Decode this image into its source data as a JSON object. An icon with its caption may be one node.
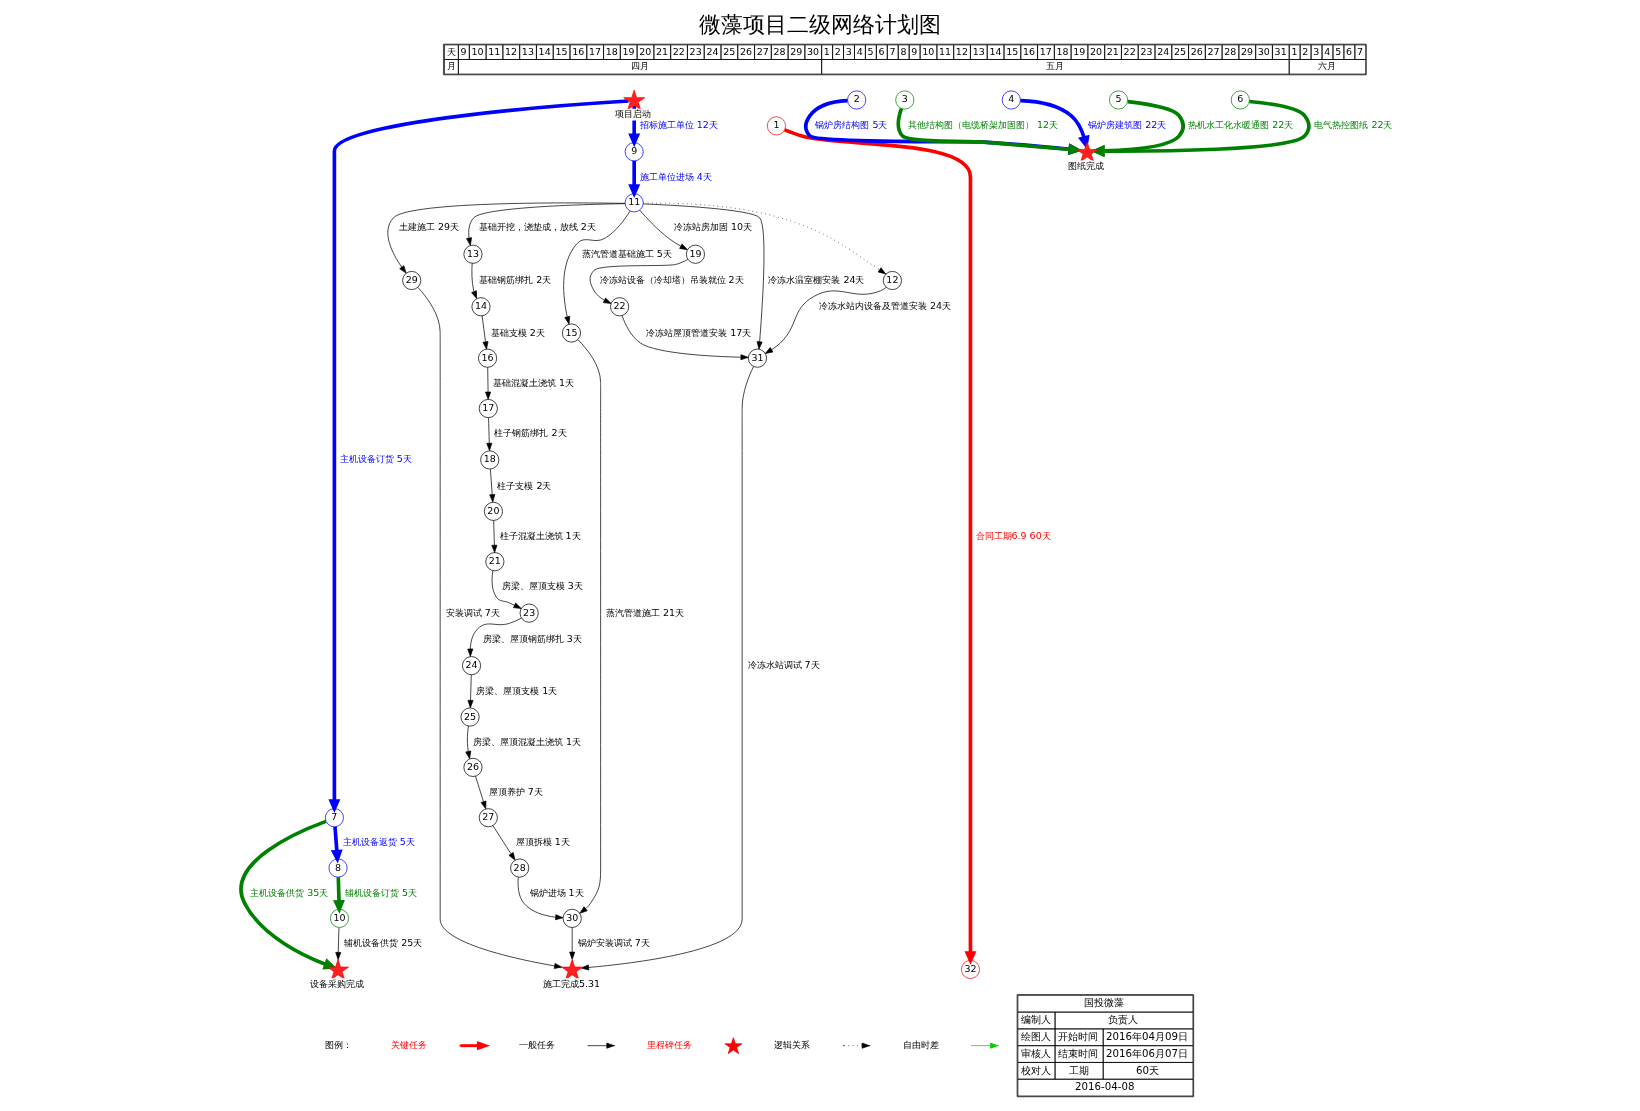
{
  "diagram": {
    "title": "微藻项目二级网络计划图",
    "nodes": [
      {
        "text": [
          "1"
        ]
      },
      {
        "text": [
          "32"
        ]
      },
      {
        "text": [
          "项目启动"
        ]
      },
      {
        "text": [
          "7"
        ]
      },
      {
        "text": [
          "8"
        ]
      },
      {
        "text": [
          "10"
        ]
      },
      {
        "text": [
          "设备采购完成"
        ]
      },
      {
        "text": [
          "9"
        ]
      },
      {
        "text": [
          "11"
        ]
      },
      {
        "text": [
          "29"
        ]
      },
      {
        "text": [
          "施工完成5.31"
        ]
      },
      {
        "text": [
          "13"
        ]
      },
      {
        "text": [
          "14"
        ]
      },
      {
        "text": [
          "16"
        ]
      },
      {
        "text": [
          "17"
        ]
      },
      {
        "text": [
          "18"
        ]
      },
      {
        "text": [
          "20"
        ]
      },
      {
        "text": [
          "21"
        ]
      },
      {
        "text": [
          "23"
        ]
      },
      {
        "text": [
          "24"
        ]
      },
      {
        "text": [
          "25"
        ]
      },
      {
        "text": [
          "26"
        ]
      },
      {
        "text": [
          "27"
        ]
      },
      {
        "text": [
          "28"
        ]
      },
      {
        "text": [
          "30"
        ]
      },
      {
        "text": [
          "15"
        ]
      },
      {
        "text": [
          "19"
        ]
      },
      {
        "text": [
          "22"
        ]
      },
      {
        "text": [
          "31"
        ]
      },
      {
        "text": [
          "12"
        ]
      },
      {
        "text": [
          "2"
        ]
      },
      {
        "text": [
          "3"
        ]
      },
      {
        "text": [
          "4"
        ]
      },
      {
        "text": [
          "5"
        ]
      },
      {
        "text": [
          "6"
        ]
      },
      {
        "text": [
          "图纸完成"
        ]
      }
    ],
    "edges": [
      {
        "from": 0,
        "to": 1,
        "arrow": "to",
        "label": "合同工期6.9 60天",
        "style": "thick",
        "color": "#ff0000"
      },
      {
        "from": 2,
        "to": 3,
        "arrow": "to",
        "label": "主机设备订货 5天",
        "style": "thick",
        "color": "#0000ff"
      },
      {
        "from": 3,
        "to": 4,
        "arrow": "to",
        "label": "主机设备返货 5天",
        "style": "thick",
        "color": "#0000ff"
      },
      {
        "from": 4,
        "to": 5,
        "arrow": "to",
        "label": "辅机设备订货 5天",
        "style": "thick",
        "color": "#008000"
      },
      {
        "from": 5,
        "to": 6,
        "arrow": "to",
        "label": "辅机设备供货 25天"
      },
      {
        "from": 3,
        "to": 6,
        "arrow": "to",
        "label": "主机设备供货 35天",
        "style": "thick",
        "color": "#008000"
      },
      {
        "from": 2,
        "to": 7,
        "arrow": "to",
        "label": "招标施工单位 12天",
        "style": "thick",
        "color": "#0000ff"
      },
      {
        "from": 7,
        "to": 8,
        "arrow": "to",
        "label": "施工单位进场 4天",
        "style": "thick",
        "color": "#0000ff"
      },
      {
        "from": 8,
        "to": 9,
        "arrow": "to",
        "label": "土建施工 29天"
      },
      {
        "from": 9,
        "to": 10,
        "arrow": "to",
        "label": "安装调试 7天"
      },
      {
        "from": 8,
        "to": 11,
        "arrow": "to",
        "label": "基础开挖，浇垫成，放线 2天"
      },
      {
        "from": 11,
        "to": 12,
        "arrow": "to",
        "label": "基础钢筋绑扎 2天"
      },
      {
        "from": 12,
        "to": 13,
        "arrow": "to",
        "label": "基础支模 2天"
      },
      {
        "from": 13,
        "to": 14,
        "arrow": "to",
        "label": "基础混凝土浇筑 1天"
      },
      {
        "from": 14,
        "to": 15,
        "arrow": "to",
        "label": "柱子钢筋绑扎 2天"
      },
      {
        "from": 15,
        "to": 16,
        "arrow": "to",
        "label": "柱子支模 2天"
      },
      {
        "from": 16,
        "to": 17,
        "arrow": "to",
        "label": "柱子混凝土浇筑 1天"
      },
      {
        "from": 17,
        "to": 18,
        "arrow": "to",
        "label": "房梁、屋顶支模 3天"
      },
      {
        "from": 18,
        "to": 19,
        "arrow": "to",
        "label": "房梁、屋顶钢筋绑扎 3天"
      },
      {
        "from": 19,
        "to": 20,
        "arrow": "to",
        "label": "房梁、屋顶支模 1天"
      },
      {
        "from": 20,
        "to": 21,
        "arrow": "to",
        "label": "房梁、屋顶混凝土浇筑 1天"
      },
      {
        "from": 21,
        "to": 22,
        "arrow": "to",
        "label": "屋顶养护 7天"
      },
      {
        "from": 22,
        "to": 23,
        "arrow": "to",
        "label": "屋顶拆模 1天"
      },
      {
        "from": 23,
        "to": 24,
        "arrow": "to",
        "label": "锅炉进场 1天"
      },
      {
        "from": 24,
        "to": 10,
        "arrow": "to",
        "label": "锅炉安装调试 7天"
      },
      {
        "from": 8,
        "to": 25,
        "arrow": "to",
        "label": "蒸汽管道基础施工 5天"
      },
      {
        "from": 25,
        "to": 24,
        "arrow": "to",
        "label": "蒸汽管道施工 21天"
      },
      {
        "from": 8,
        "to": 26,
        "arrow": "to",
        "label": "冷冻站房加固 10天"
      },
      {
        "from": 26,
        "to": 27,
        "arrow": "to",
        "label": "冷冻站设备（冷却塔）吊装就位 2天"
      },
      {
        "from": 27,
        "to": 28,
        "arrow": "to",
        "label": "冷冻站屋顶管道安装 17天"
      },
      {
        "from": 8,
        "to": 28,
        "arrow": "to",
        "label": "冷冻水温室棚安装 24天"
      },
      {
        "from": 8,
        "to": 29,
        "arrow": "to",
        "style": "dashed"
      },
      {
        "from": 29,
        "to": 28,
        "arrow": "to",
        "label": "冷冻水站内设备及管道安装 24天"
      },
      {
        "from": 28,
        "to": 10,
        "arrow": "to",
        "label": "冷冻水站调试 7天"
      },
      {
        "from": 30,
        "to": 35,
        "arrow": "to",
        "label": "锅炉房结构图 5天",
        "style": "thick",
        "color": "#0000ff"
      },
      {
        "from": 31,
        "to": 35,
        "arrow": "to",
        "label": "其他结构图（电缆桥架加固图） 12天",
        "style": "thick",
        "color": "#008000"
      },
      {
        "from": 32,
        "to": 35,
        "arrow": "to",
        "label": "锅炉房建筑图 22天",
        "style": "thick",
        "color": "#0000ff"
      },
      {
        "from": 33,
        "to": 35,
        "arrow": "to",
        "label": "热机水工化水暖通图 22天",
        "style": "thick",
        "color": "#008000"
      },
      {
        "from": 34,
        "to": 35,
        "arrow": "to",
        "label": "电气热控图纸 22天",
        "style": "thick",
        "color": "#008000"
      }
    ],
    "labels": [
      "天",
      "9",
      "10",
      "11",
      "12",
      "13",
      "14",
      "15",
      "16",
      "17",
      "18",
      "19",
      "20",
      "21",
      "22",
      "23",
      "24",
      "25",
      "26",
      "27",
      "28",
      "29",
      "30",
      "1",
      "2",
      "3",
      "4",
      "5",
      "6",
      "7",
      "8",
      "9",
      "10",
      "11",
      "12",
      "13",
      "14",
      "15",
      "16",
      "17",
      "18",
      "19",
      "20",
      "21",
      "22",
      "23",
      "24",
      "25",
      "26",
      "27",
      "28",
      "29",
      "30",
      "31",
      "1",
      "2",
      "3",
      "4",
      "5",
      "6",
      "7",
      "月",
      "四月",
      "五月",
      "六月",
      "图例：",
      "国投微藻",
      "编制人",
      "负责人",
      "绘图人",
      "开始时间",
      "2016年04月09日",
      "审核人",
      "结束时间",
      "2016年06月07日",
      "校对人",
      "工期",
      "60天",
      "2016-04-08"
    ],
    "legend": [
      {
        "text": "关键任务"
      },
      {
        "text": "一般任务"
      },
      {
        "text": "里程碑任务"
      },
      {
        "text": "逻辑关系"
      },
      {
        "text": "自由时差"
      }
    ]
  }
}
